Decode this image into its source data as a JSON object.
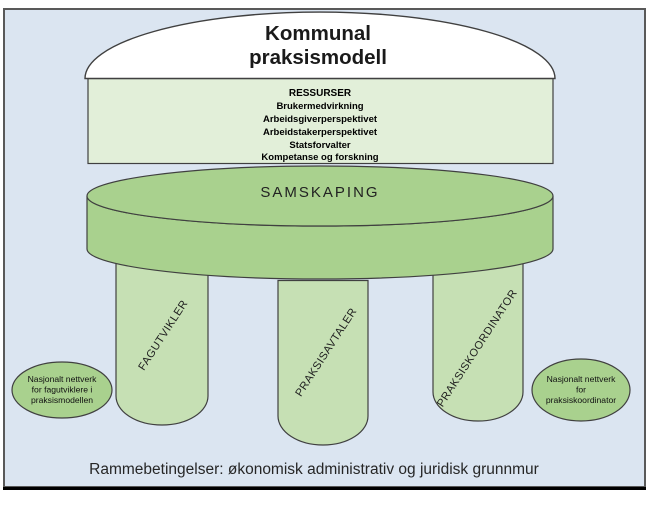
{
  "colors": {
    "background": "#dbe5f1",
    "frame_border": "#595959",
    "foundation_line": "#000000",
    "dome_fill": "#ffffff",
    "resources_fill": "#e2efd9",
    "disc_fill": "#a9d18e",
    "pillar_fill": "#c6e0b4",
    "ellipse_fill": "#a9d18e",
    "outline": "#404040"
  },
  "title": {
    "line1": "Kommunal",
    "line2": "praksismodell"
  },
  "resources": {
    "heading": "RESSURSER",
    "items": [
      "Brukermedvirkning",
      "Arbeidsgiverperspektivet",
      "Arbeidstakerperspektivet",
      "Statsforvalter",
      "Kompetanse og forskning"
    ]
  },
  "disc": {
    "label": "SAMSKAPING"
  },
  "pillars": {
    "left": "FAGUTVIKLER",
    "middle": "PRAKSISAVTALER",
    "right": "PRAKSISKOORDINATOR"
  },
  "left_network": {
    "lines": [
      "Nasjonalt nettverk",
      "for fagutviklere i",
      "praksismodellen"
    ]
  },
  "right_network": {
    "lines": [
      "Nasjonalt nettverk",
      "for",
      "praksiskoordinator"
    ]
  },
  "foundation": {
    "label": "Rammebetingelser: økonomisk administrativ og juridisk grunnmur"
  }
}
